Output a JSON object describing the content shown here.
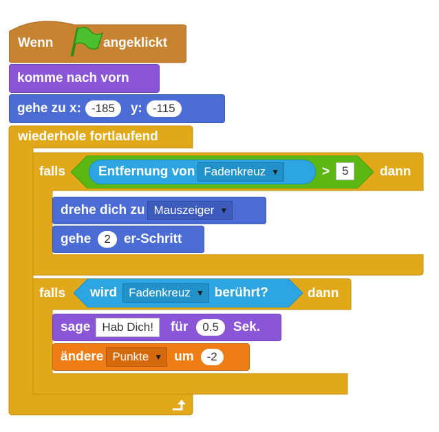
{
  "script": {
    "hat": {
      "before": "Wenn",
      "flag_icon": "green-flag-icon",
      "after": "angeklickt"
    },
    "front": {
      "label": "komme nach vorn"
    },
    "goto": {
      "label_x": "gehe zu x:",
      "x": "-185",
      "label_y": "y:",
      "y": "-115"
    },
    "forever": {
      "label": "wiederhole fortlaufend"
    },
    "if1": {
      "label_if": "falls",
      "reporter": {
        "label": "Entfernung von",
        "target": "Fadenkreuz"
      },
      "op": ">",
      "value": "5",
      "label_then": "dann",
      "point": {
        "label": "drehe dich zu",
        "target": "Mauszeiger"
      },
      "move": {
        "label_before": "gehe",
        "steps": "2",
        "label_after": "er-Schritt"
      }
    },
    "if2": {
      "label_if": "falls",
      "condition": {
        "label_before": "wird",
        "target": "Fadenkreuz",
        "label_after": "berührt?"
      },
      "label_then": "dann",
      "say": {
        "label": "sage",
        "message": "Hab Dich!",
        "label_for": "für",
        "secs": "0.5",
        "label_secs": "Sek."
      },
      "change": {
        "label": "ändere",
        "variable": "Punkte",
        "label_by": "um",
        "value": "-2"
      }
    },
    "loop_arrow_icon": "loop-arrow-icon"
  },
  "colors": {
    "events": "#c88330",
    "looks": "#8a55d7",
    "motion": "#4a6cd4",
    "control": "#e1a91a",
    "data": "#ee7d16",
    "sensing": "#2ca5e2",
    "operators": "#5cb712",
    "flag": "#4cbf2e"
  }
}
